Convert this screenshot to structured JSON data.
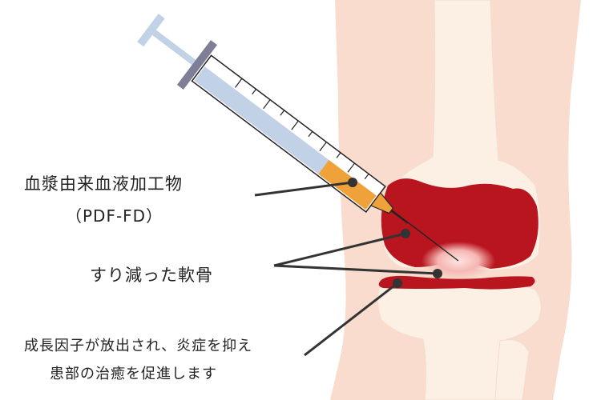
{
  "labels": {
    "prp_line1": "血漿由来血液加工物",
    "prp_line2": "（PDF-FD）",
    "cartilage": "すり減った軟骨",
    "effect_line1": "成長因子が放出され、炎症を抑え",
    "effect_line2": "患部の治癒を促進します"
  },
  "colors": {
    "skin": "#f9dccd",
    "bone": "#fcefe4",
    "bone_outline": "#f3ddcf",
    "cartilage_red": "#b8151f",
    "inflammation": "#f6b7b3",
    "syringe_barrel": "#c1d1e6",
    "syringe_outline": "#222222",
    "syringe_fluid": "#f0a23a",
    "plunger_grip": "#7e7f97",
    "leader_line": "#333333"
  },
  "icons": {
    "syringe": "syringe-icon"
  }
}
